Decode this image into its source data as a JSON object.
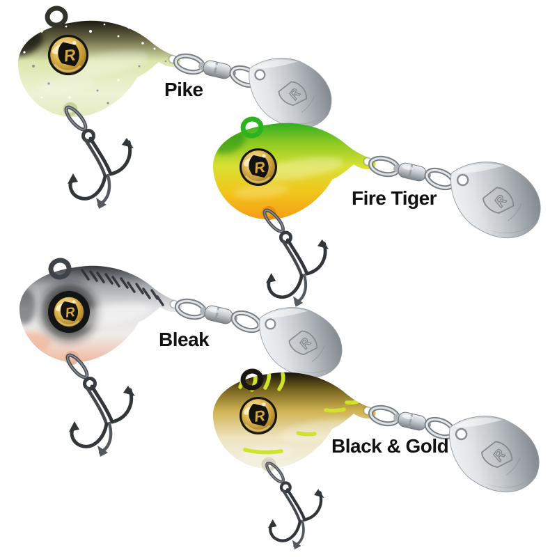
{
  "image": {
    "background": "#ffffff",
    "description": "Four tail-spinner fishing lures in different colour patterns, each with a gold logo eye, treble hook, barrel swivel and silver spinner blade"
  },
  "brand": {
    "eye_logo_letter": "R",
    "blade_logo_letter": "R"
  },
  "palette": {
    "label_color": "#111111",
    "silver_mid": "#c2c7cb",
    "hook_metal": "#32363b",
    "eye_gold_mid": "#e4bd58"
  },
  "lures": [
    {
      "id": "pike",
      "label": "Pike",
      "colors": {
        "back": "#1d1b13",
        "shade": "#6f6d48",
        "mid": "#dce6ac",
        "accent": "#eef2d6",
        "belly": "#e4ebbe",
        "eyelet": "#34332a",
        "hook_eyelet": "#c8cf9e",
        "marks": "#ffffff"
      }
    },
    {
      "id": "fire-tiger",
      "label": "Fire Tiger",
      "colors": {
        "back": "#2fae22",
        "shade": "#8cc922",
        "mid": "#d9e033",
        "accent": "#f2c51c",
        "belly": "#f59d13",
        "eyelet": "#2db31f",
        "hook_eyelet": "#ee8c15",
        "marks": "#1e8f17"
      }
    },
    {
      "id": "bleak",
      "label": "Bleak",
      "colors": {
        "back": "#34373b",
        "shade": "#a3a7ab",
        "mid": "#e6e6e7",
        "accent": "#eeebe8",
        "belly": "#f1b89e",
        "eyelet": "#3f4246",
        "hook_eyelet": "#eab49c",
        "marks": "#2b2e32"
      }
    },
    {
      "id": "black-gold",
      "label": "Black & Gold",
      "colors": {
        "back": "#16130b",
        "shade": "#77641e",
        "mid": "#cfb251",
        "accent": "#eee4c0",
        "belly": "#f5f2e6",
        "eyelet": "#191610",
        "hook_eyelet": "#d9d4c2",
        "marks": "#cfe32b"
      }
    }
  ]
}
